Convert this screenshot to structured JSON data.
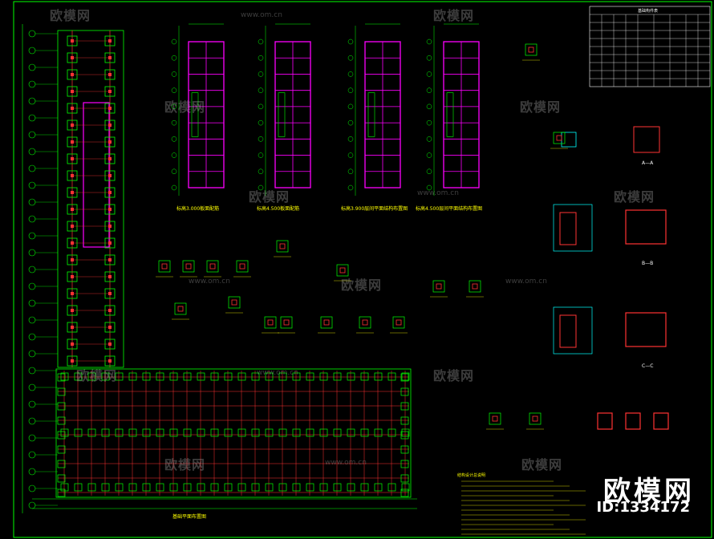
{
  "watermark": {
    "brand": "欧模网",
    "url": "www.om.cn"
  },
  "brand_corner": {
    "name": "欧模网",
    "id": "ID:1334172"
  },
  "drawing_labels": {
    "elev_1": "标高3.000板面配筋",
    "elev_2": "标高4.500板面配筋",
    "elev_3": "标高3.900层间平面结构布置图",
    "elev_4": "标高4.500层间平面结构布置图",
    "section_a": "A—A",
    "section_b": "B—B",
    "section_c": "C—C",
    "foundation_plan": "基础平面布置图",
    "table_title": "基础构件表",
    "notes_title": "结构设计总说明"
  },
  "colors": {
    "background": "#000000",
    "frame": "#00ff00",
    "beam": "#ff00ff",
    "column": "#ff3333",
    "dim": "#00ffff",
    "text": "#ffff00",
    "white": "#ffffff"
  }
}
